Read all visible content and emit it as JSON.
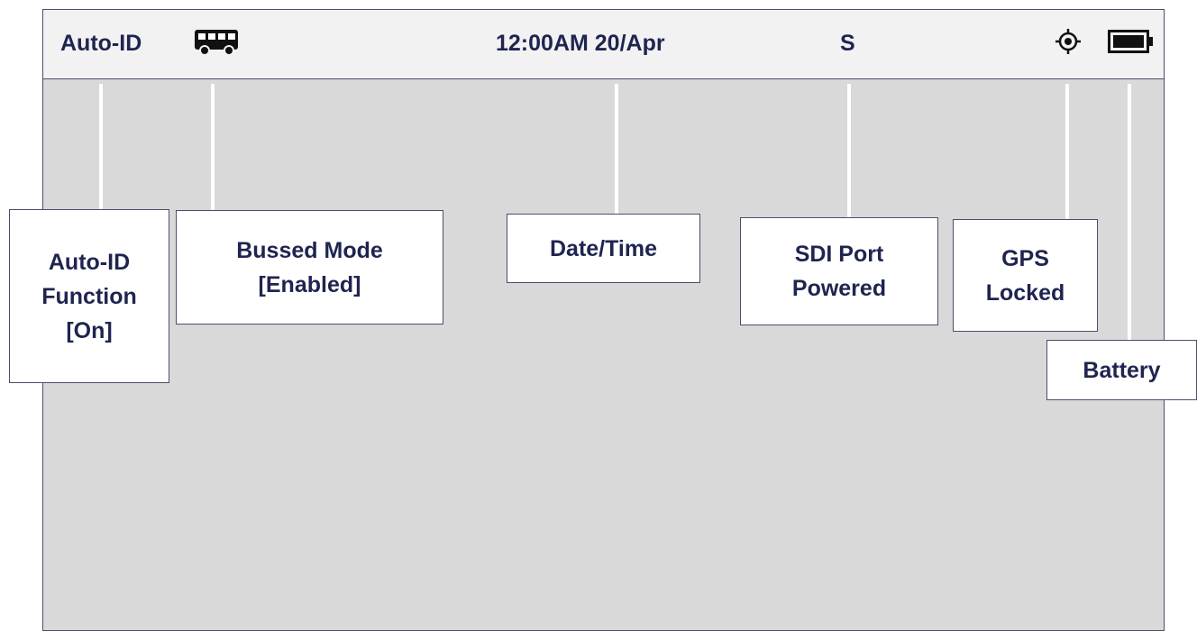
{
  "status_bar": {
    "auto_id": "Auto-ID",
    "datetime": "12:00AM 20/Apr",
    "sdi": "S",
    "icons": [
      "bus-icon",
      "gps-target-icon",
      "battery-icon"
    ]
  },
  "callouts": {
    "auto_id": [
      "Auto-ID",
      "Function",
      "[On]"
    ],
    "bussed": [
      "Bussed Mode",
      "[Enabled]"
    ],
    "datetime": [
      "Date/Time"
    ],
    "sdi": [
      "SDI Port",
      "Powered"
    ],
    "gps": [
      "GPS",
      "Locked"
    ],
    "battery": [
      "Battery"
    ]
  }
}
